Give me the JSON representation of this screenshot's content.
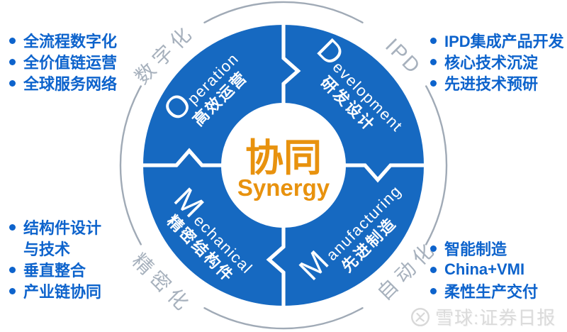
{
  "center": {
    "title_zh": "协同",
    "title_en": "Synergy"
  },
  "quadrants": {
    "operation": {
      "initial": "O",
      "rest": "peration",
      "zh": "高效运营"
    },
    "development": {
      "initial": "D",
      "rest": "evelopment",
      "zh": "研发设计"
    },
    "mechanical": {
      "initial": "M",
      "rest": "echanical",
      "zh": "精密结构件"
    },
    "manufacturing": {
      "initial": "M",
      "rest": "anufacturing",
      "zh": "先进制造"
    }
  },
  "axis_labels": {
    "top_left": "数字化",
    "top_right": "IPD",
    "bottom_left": "精密化",
    "bottom_right": "自动化"
  },
  "lists": {
    "top_left": {
      "items": [
        "全流程数字化",
        "全价值链运营",
        "全球服务网络"
      ]
    },
    "top_right": {
      "items": [
        "IPD集成产品开发",
        "核心技术沉淀",
        "先进技术预研"
      ]
    },
    "bottom_left": {
      "items": [
        "结构件设计",
        "与技术",
        "垂直整合",
        "产业链协同"
      ]
    },
    "bottom_right": {
      "items": [
        "智能制造",
        "China+VMI",
        "柔性生产交付"
      ]
    }
  },
  "watermark": {
    "label": "雪球:证券日报"
  },
  "colors": {
    "ring_blue": "#1669C1",
    "list_blue": "#0D63CC",
    "accent_orange": "#E8920E",
    "axis_label_gray": "#A7B1BD",
    "outer_arc_gray": "#A0AAB6",
    "watermark_gray": "#DBDBDB"
  }
}
